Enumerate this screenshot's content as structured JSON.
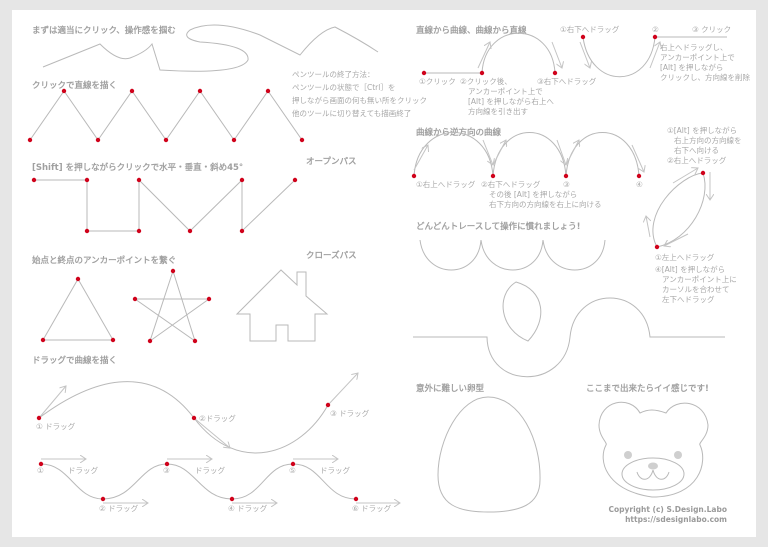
{
  "headings": {
    "random_click": "まずは適当にクリック、操作感を掴む",
    "straight": "クリックで直線を描く",
    "shift": "[Shift] を押しながらクリックで水平・垂直・斜め45°",
    "open_path": "オープンパス",
    "connect": "始点と終点のアンカーポイントを繋ぐ",
    "closed_path": "クローズパス",
    "drag_curve": "ドラッグで曲線を描く",
    "line_curve": "直線から曲線、曲線から直線",
    "reverse_curve": "曲線から逆方向の曲線",
    "trace": "どんどんトレースして操作に慣れましょう!",
    "egg": "意外に難しい卵型",
    "bear": "ここまで出来たらイイ感じです!"
  },
  "pen_exit": [
    "ペンツールの終了方法：",
    "ペンツールの状態で［Ctrl］を",
    "押しながら画面の何も無い所をクリック",
    "他のツールに切り替えても描画終了"
  ],
  "drag_labels": [
    "① ドラッグ",
    "②ドラッグ",
    "③ ドラッグ"
  ],
  "wave_labels": [
    "①",
    "ドラッグ",
    "② ドラッグ",
    "③",
    "ドラッグ",
    "④ ドラッグ",
    "⑤",
    "ドラッグ",
    "⑥ ドラッグ"
  ],
  "line_curve_labels": {
    "a1": "①クリック",
    "a2": [
      "②クリック後、",
      "アンカーポイント上で",
      "[Alt] を押しながら右上へ",
      "方向線を引き出す"
    ],
    "a3": "③右下へドラッグ",
    "b1": "①右下へドラッグ",
    "b2": "②",
    "b3": "③ クリック",
    "b2_note": [
      "右上へドラッグし、",
      "アンカーポイント上で",
      "[Alt] を押しながら",
      "クリックし、方向線を削除"
    ]
  },
  "reverse_labels": {
    "r1": "①右上へドラッグ",
    "r2": [
      "②右下へドラッグ",
      "その後 [Alt] を押しながら",
      "右下方向の方向線を右上に向ける"
    ],
    "r3": "③",
    "r4": "④"
  },
  "leaf_labels": {
    "top": [
      "①[Alt] を押しながら",
      "右上方向の方向線を",
      "右下へ向ける",
      "②右上へドラッグ"
    ],
    "bottom": [
      "①左上へドラッグ",
      "④[Alt] を押しながら",
      "アンカーポイント上に",
      "カーソルを合わせて",
      "左下へドラッグ"
    ]
  },
  "copyright": [
    "Copyright (c) S.Design.Labo",
    "https://sdesignlabo.com"
  ],
  "colors": {
    "anchor": "#d0021b",
    "line": "#b9b9b9",
    "text": "#a8a8a8"
  }
}
